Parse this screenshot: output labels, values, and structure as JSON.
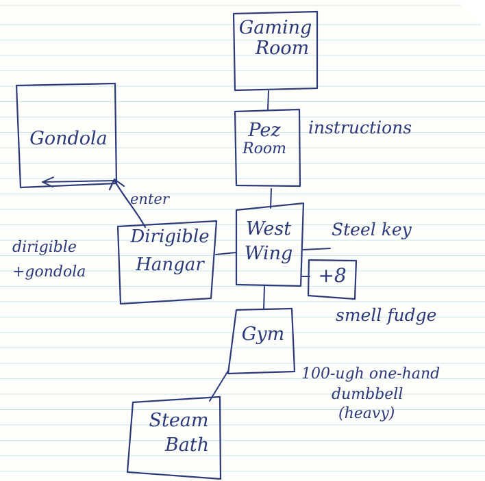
{
  "rooms": {
    "gaming": [
      "Gaming",
      "Room"
    ],
    "pez": [
      "Pez",
      "Room"
    ],
    "gondola": "Gondola",
    "hangar": [
      "Dirigible",
      "Hangar"
    ],
    "west_wing": [
      "West",
      "Wing"
    ],
    "gym": "Gym",
    "steam_bath": [
      "Steam",
      "Bath"
    ]
  },
  "notes": {
    "instructions": "instructions",
    "enter": "enter",
    "dirigible_gondola": [
      "dirigible",
      "+gondola"
    ],
    "steel_key": "Steel key",
    "box_symbol": "+8",
    "smell_fudge": "smell fudge",
    "dumbbell": [
      "100-ugh one-hand",
      "dumbbell",
      "(heavy)"
    ]
  }
}
